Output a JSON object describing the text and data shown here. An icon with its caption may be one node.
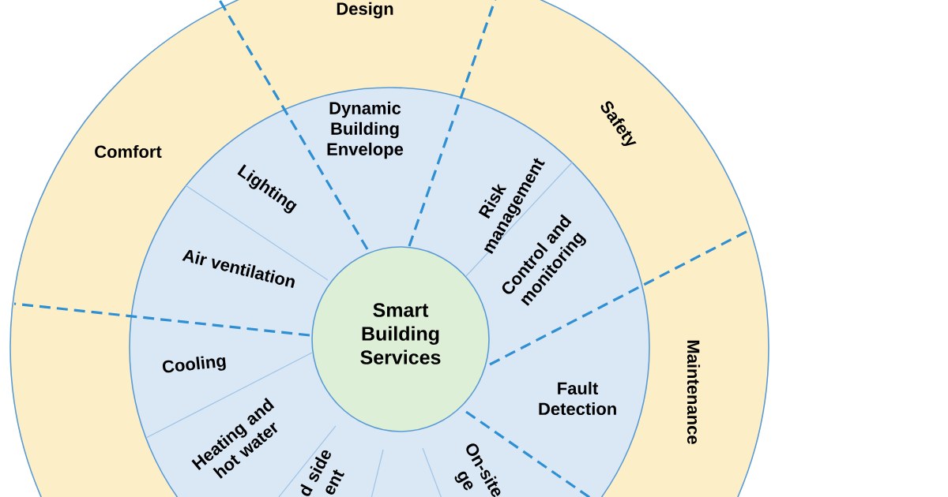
{
  "diagram": {
    "nodes": [
      {
        "text": [
          "Smart Building Services"
        ]
      },
      {
        "text": [
          "Design"
        ]
      },
      {
        "text": [
          "Comfort"
        ]
      },
      {
        "text": [
          "Safety"
        ]
      },
      {
        "text": [
          "Maintenance"
        ]
      },
      {
        "text": [
          "Dynamic Building Envelope"
        ]
      },
      {
        "text": [
          "Lighting"
        ]
      },
      {
        "text": [
          "Risk management"
        ]
      },
      {
        "text": [
          "Air ventilation"
        ]
      },
      {
        "text": [
          "Control and monitoring"
        ]
      },
      {
        "text": [
          "Cooling"
        ]
      },
      {
        "text": [
          "Fault Detection"
        ]
      },
      {
        "text": [
          "Heating and hot water"
        ]
      },
      {
        "text": [
          "d side ent"
        ]
      },
      {
        "text": [
          "On-site ge"
        ]
      }
    ]
  }
}
